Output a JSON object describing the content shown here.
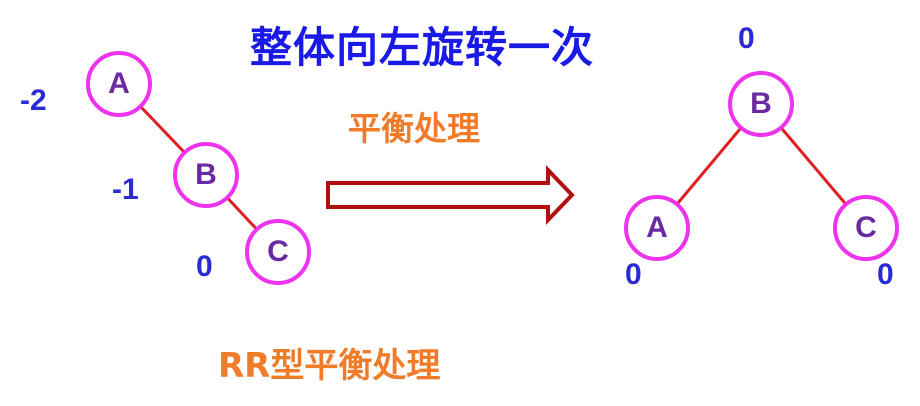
{
  "title": "整体向左旋转一次",
  "operation_label": "平衡处理",
  "type_label": "RR型平衡处理",
  "colors": {
    "title": "#1a1ae6",
    "caption": "#f07c2a",
    "node_border": "#ee33ee",
    "node_text": "#6b2aa1",
    "edge": "#e02020",
    "balance_text": "#2b2bd6",
    "arrow": "#b01010"
  },
  "before": {
    "nodes": [
      {
        "id": "A",
        "label": "A",
        "balance": "-2"
      },
      {
        "id": "B",
        "label": "B",
        "balance": "-1"
      },
      {
        "id": "C",
        "label": "C",
        "balance": "0"
      }
    ],
    "edges": [
      [
        "A",
        "B"
      ],
      [
        "B",
        "C"
      ]
    ]
  },
  "after": {
    "nodes": [
      {
        "id": "B",
        "label": "B",
        "balance": "0"
      },
      {
        "id": "A",
        "label": "A",
        "balance": "0"
      },
      {
        "id": "C",
        "label": "C",
        "balance": "0"
      }
    ],
    "edges": [
      [
        "B",
        "A"
      ],
      [
        "B",
        "C"
      ]
    ]
  }
}
